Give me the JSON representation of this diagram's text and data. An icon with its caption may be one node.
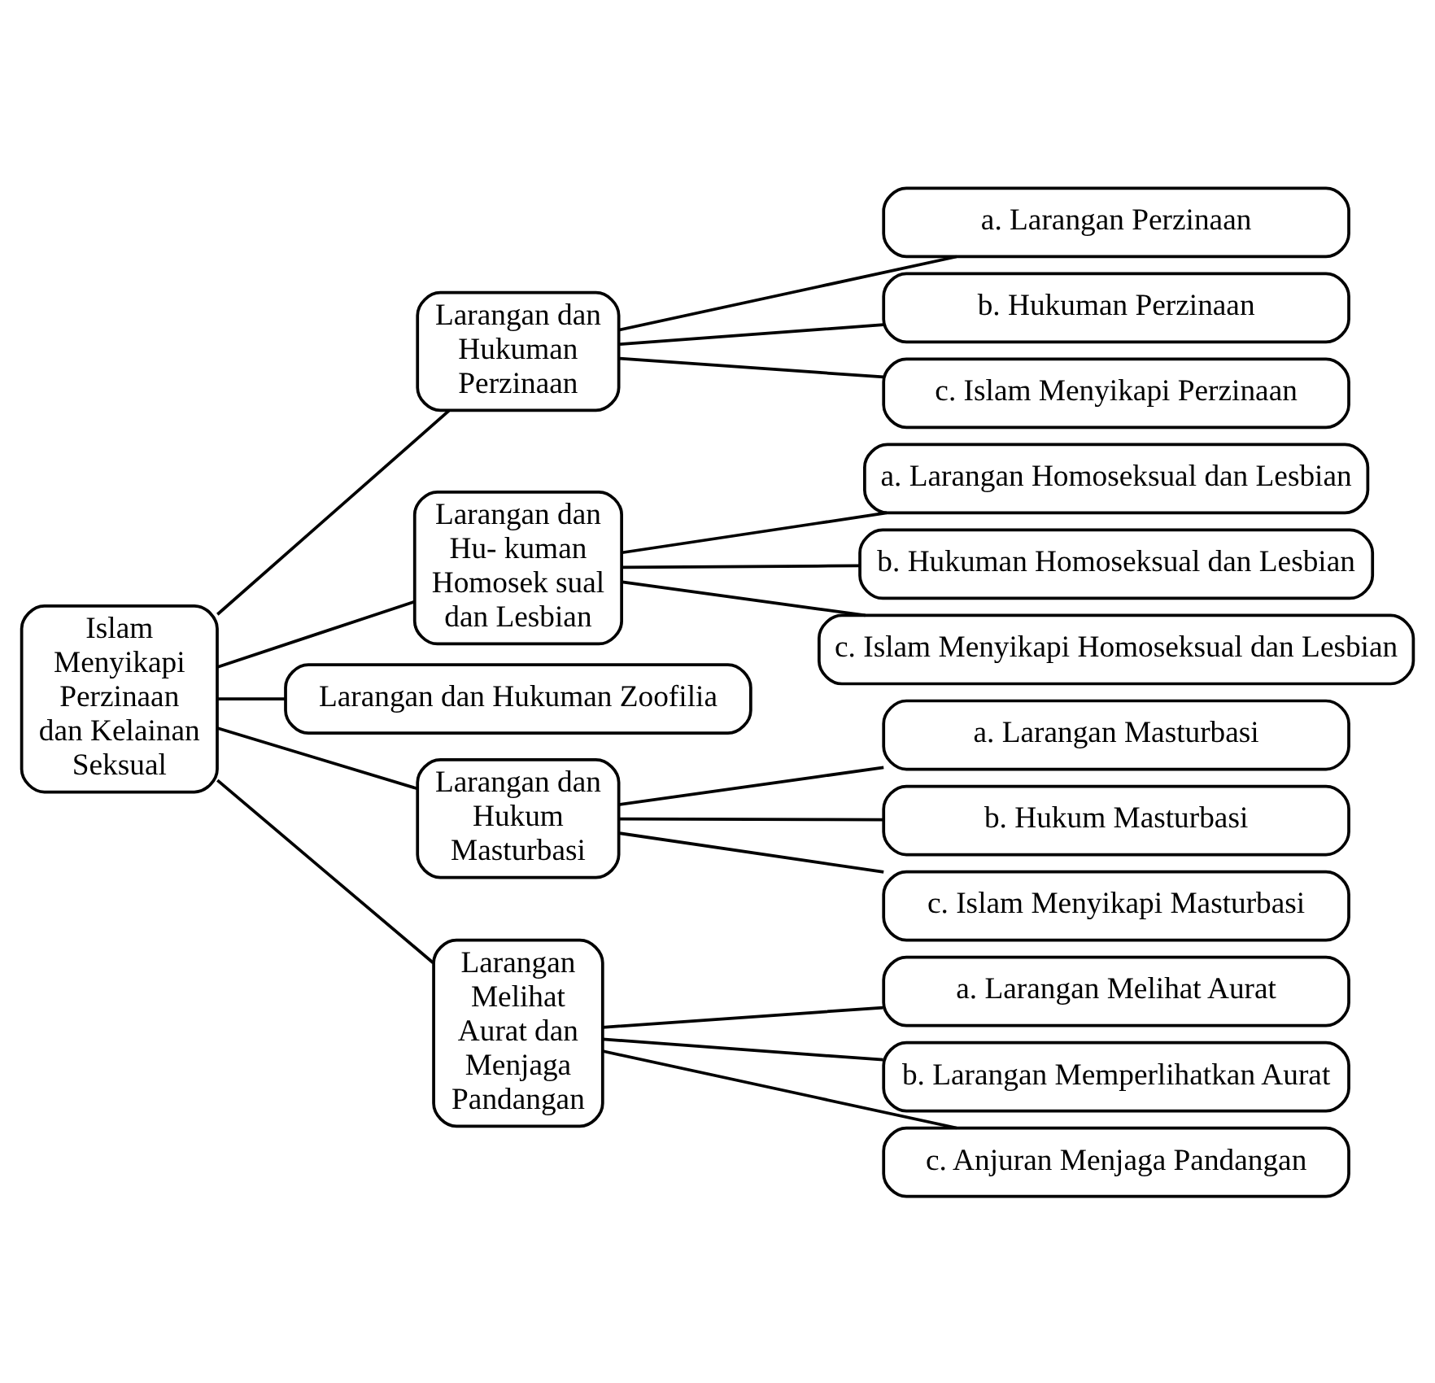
{
  "diagram": {
    "nodes": [
      {
        "text": [
          "Islam Menyikapi Perzinaan dan Kelainan Seksual"
        ]
      },
      {
        "text": [
          "Larangan dan Hukuman Perzinaan"
        ]
      },
      {
        "text": [
          "a. Larangan Perzinaan"
        ]
      },
      {
        "text": [
          "b. Hukuman Perzinaan"
        ]
      },
      {
        "text": [
          "c. Islam Menyikapi Perzinaan"
        ]
      },
      {
        "text": [
          "Larangan dan Hu- kuman Homosek sual dan Lesbian"
        ]
      },
      {
        "text": [
          "a. Larangan Homoseksual dan Lesbian"
        ]
      },
      {
        "text": [
          "b. Hukuman Homoseksual dan Lesbian"
        ]
      },
      {
        "text": [
          "c. Islam Menyikapi Homoseksual dan Lesbian"
        ]
      },
      {
        "text": [
          "Larangan dan Hukuman Zoofilia"
        ]
      },
      {
        "text": [
          "Larangan dan Hukum Masturbasi"
        ]
      },
      {
        "text": [
          "a. Larangan Masturbasi"
        ]
      },
      {
        "text": [
          "b. Hukum Masturbasi"
        ]
      },
      {
        "text": [
          "c. Islam Menyikapi Masturbasi"
        ]
      },
      {
        "text": [
          "Larangan Melihat Aurat dan Menjaga Pandangan"
        ]
      },
      {
        "text": [
          "a. Larangan Melihat Aurat"
        ]
      },
      {
        "text": [
          "b. Larangan Memperlihatkan Aurat"
        ]
      },
      {
        "text": [
          "c. Anjuran Menjaga Pandangan"
        ]
      }
    ],
    "edges": [
      {
        "from": 0,
        "to": 1,
        "arrow": "none"
      },
      {
        "from": 0,
        "to": 5,
        "arrow": "none"
      },
      {
        "from": 0,
        "to": 9,
        "arrow": "none"
      },
      {
        "from": 0,
        "to": 10,
        "arrow": "none"
      },
      {
        "from": 0,
        "to": 14,
        "arrow": "none"
      },
      {
        "from": 1,
        "to": 2,
        "arrow": "none"
      },
      {
        "from": 1,
        "to": 3,
        "arrow": "none"
      },
      {
        "from": 1,
        "to": 4,
        "arrow": "none"
      },
      {
        "from": 5,
        "to": 6,
        "arrow": "none"
      },
      {
        "from": 5,
        "to": 7,
        "arrow": "none"
      },
      {
        "from": 5,
        "to": 8,
        "arrow": "none"
      },
      {
        "from": 10,
        "to": 11,
        "arrow": "none"
      },
      {
        "from": 10,
        "to": 12,
        "arrow": "none"
      },
      {
        "from": 10,
        "to": 13,
        "arrow": "none"
      },
      {
        "from": 14,
        "to": 15,
        "arrow": "none"
      },
      {
        "from": 14,
        "to": 16,
        "arrow": "none"
      },
      {
        "from": 14,
        "to": 17,
        "arrow": "none"
      }
    ]
  }
}
